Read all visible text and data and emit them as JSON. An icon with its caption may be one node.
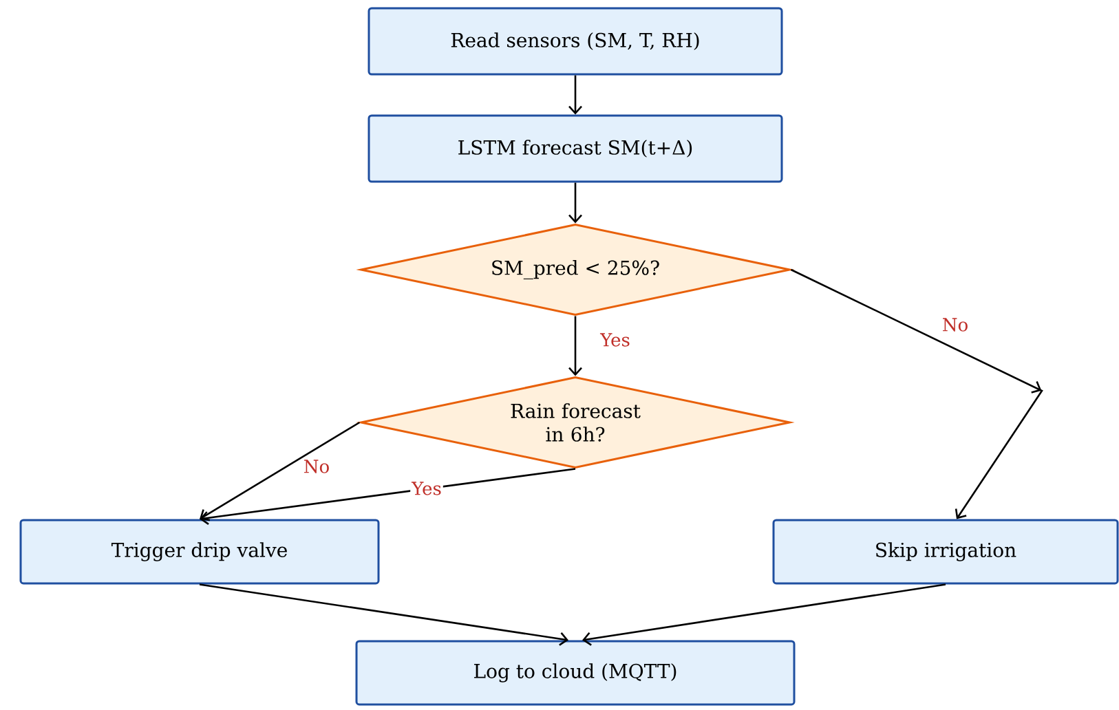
{
  "diagram": {
    "nodes": [
      {
        "text": [
          "Read sensors (SM, T, RH)"
        ]
      },
      {
        "text": [
          "LSTM forecast SM(t+Δ)"
        ]
      },
      {
        "text": [
          "SM_pred < 25%?"
        ]
      },
      {
        "text": [
          "Rain forecast in 6h?"
        ]
      },
      {
        "text": [
          "Trigger drip valve"
        ]
      },
      {
        "text": [
          "Skip irrigation"
        ]
      },
      {
        "text": [
          "Log to cloud (MQTT)"
        ]
      }
    ],
    "edges": [
      {
        "from": 0,
        "to": 1,
        "arrow": "to"
      },
      {
        "from": 1,
        "to": 2,
        "arrow": "to"
      },
      {
        "from": 2,
        "to": 3,
        "arrow": "to",
        "label": "Yes"
      },
      {
        "from": 2,
        "to": 5,
        "arrow": "to",
        "label": "No"
      },
      {
        "from": 3,
        "to": 4,
        "arrow": "to",
        "label": "No"
      },
      {
        "from": 3,
        "to": 4,
        "arrow": "to",
        "label": "Yes"
      },
      {
        "from": 4,
        "to": 6,
        "arrow": "to"
      },
      {
        "from": 5,
        "to": 6,
        "arrow": "to"
      }
    ]
  }
}
